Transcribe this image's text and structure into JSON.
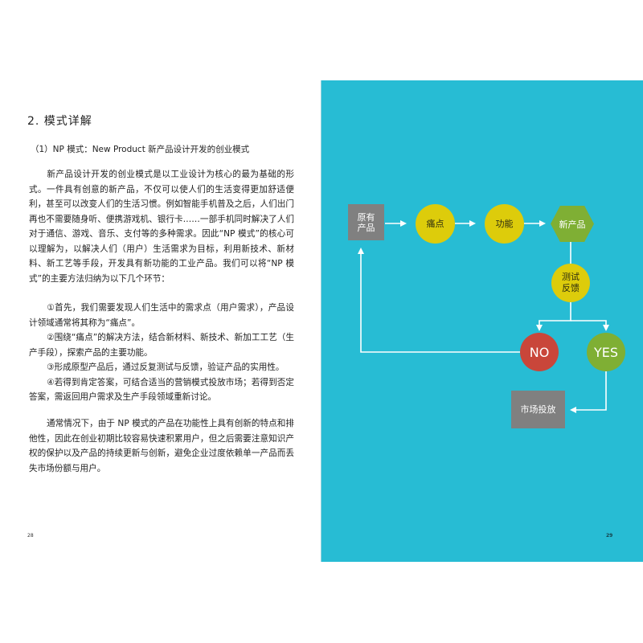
{
  "left_page": {
    "section_title": "2. 模式详解",
    "subsection_title": "（1）NP 模式：New Product 新产品设计开发的创业模式",
    "paragraph_1": "新产品设计开发的创业模式是以工业设计为核心的最为基础的形式。一件具有创意的新产品，不仅可以使人们的生活变得更加舒适便利，甚至可以改变人们的生活习惯。例如智能手机普及之后，人们出门再也不需要随身听、便携游戏机、银行卡……一部手机同时解决了人们对于通信、游戏、音乐、支付等的多种需求。因此“NP 模式”的核心可以理解为，以解决人们（用户）生活需求为目标，利用新技术、新材料、新工艺等手段，开发具有新功能的工业产品。我们可以将“NP 模式”的主要方法归纳为以下几个环节：",
    "steps": [
      "①首先，我们需要发现人们生活中的需求点（用户需求），产品设计领域通常将其称为“痛点”。",
      "②围绕“痛点”的解决方法，结合新材料、新技术、新加工工艺（生产手段），探索产品的主要功能。",
      "③形成原型产品后，通过反复测试与反馈，验证产品的实用性。",
      "④若得到肯定答案，可结合适当的营销模式投放市场；若得到否定答案，需返回用户需求及生产手段领域重新讨论。"
    ],
    "paragraph_3": "通常情况下，由于 NP 模式的产品在功能性上具有创新的特点和排他性，因此在创业初期比较容易快速积累用户，但之后需要注意知识产权的保护以及产品的持续更新与创新，避免企业过度依赖单一产品而丢失市场份额与用户。",
    "page_number": "28"
  },
  "right_page": {
    "background_color": "#27bcd4",
    "page_number": "29",
    "flowchart": {
      "nodes": {
        "original_product": "原有\n产品",
        "pain_point": "痛点",
        "function": "功能",
        "new_product": "新产品",
        "test_feedback": "测试\n反馈",
        "no": "NO",
        "yes": "YES",
        "market_launch": "市场投放"
      },
      "colors": {
        "box": "#808080",
        "yellow": "#ddcc0b",
        "green": "#7faf34",
        "red": "#c9463a",
        "line": "#ffffff"
      }
    }
  }
}
